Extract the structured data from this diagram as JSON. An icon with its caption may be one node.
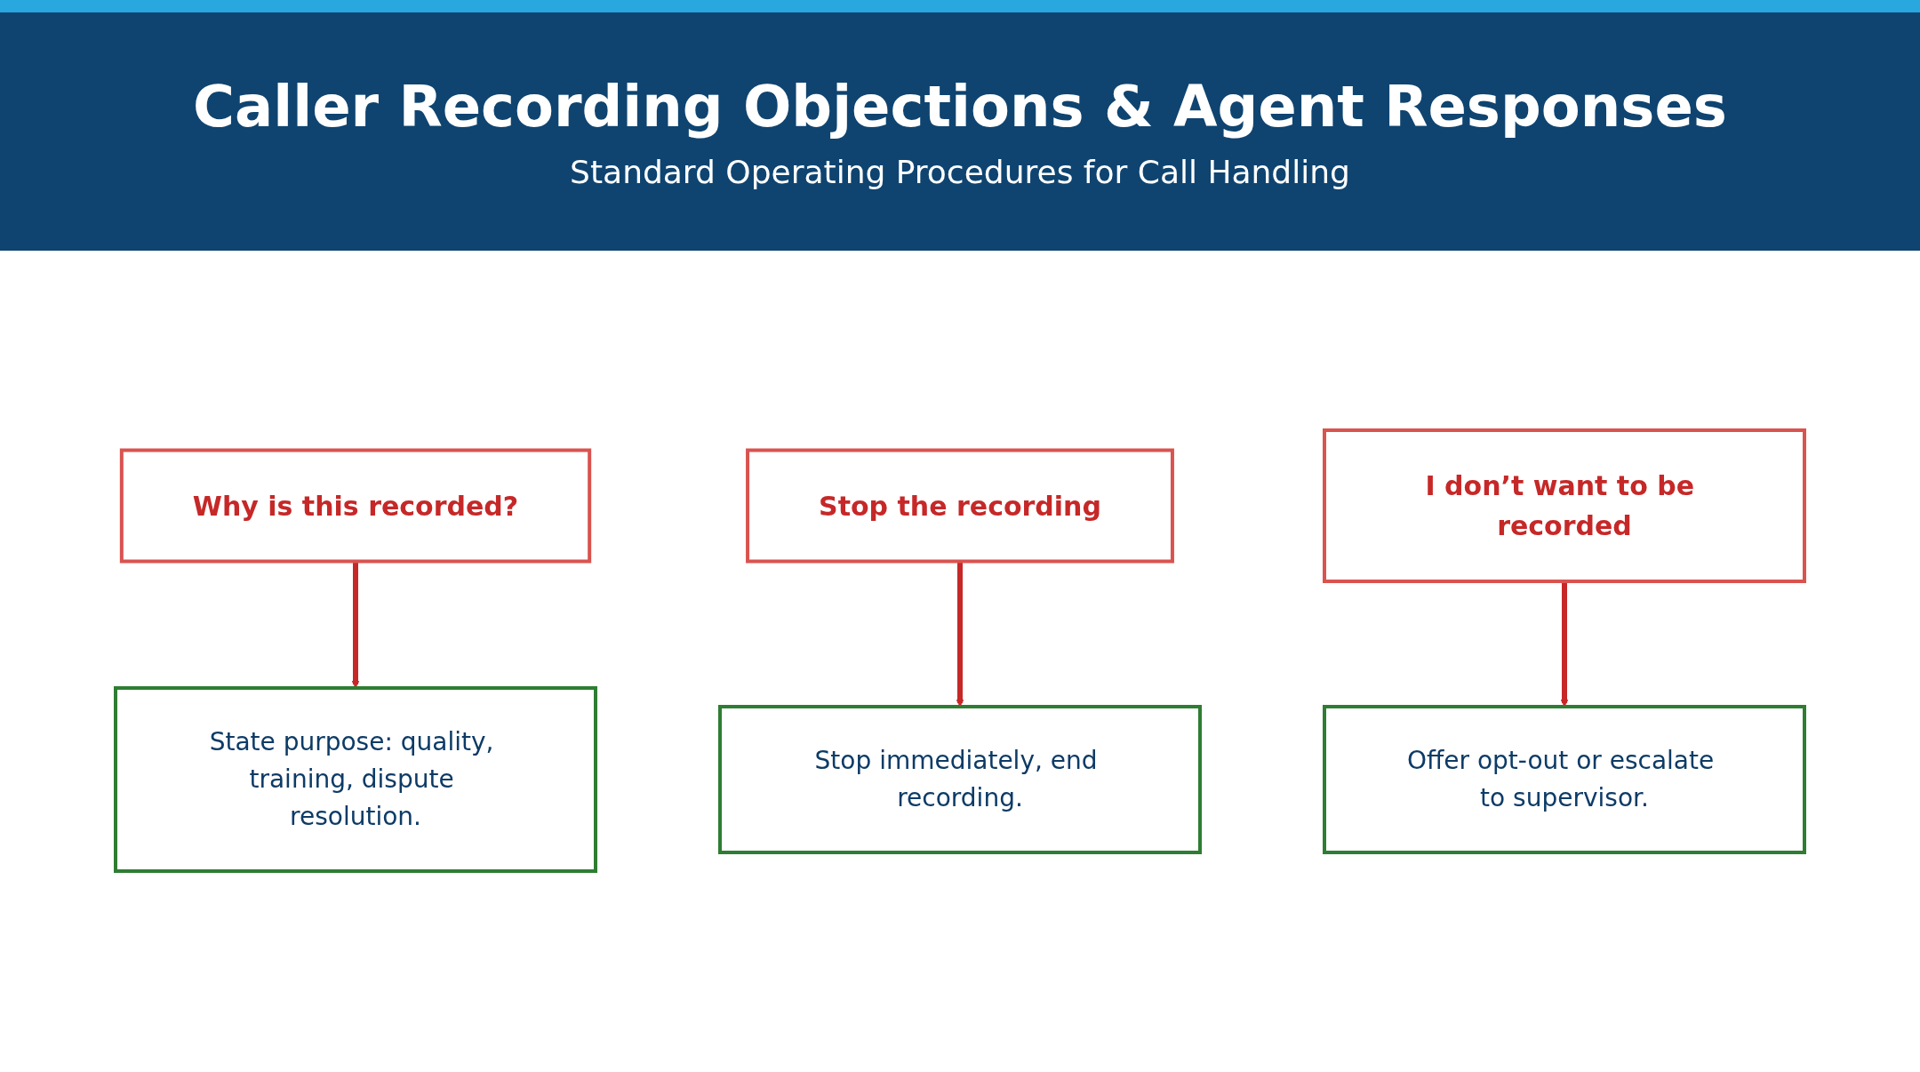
{
  "diagram": {
    "title": "Caller Recording Objections & Agent Responses",
    "nodes": [
      {
        "text": [
          "Why is this recorded?"
        ]
      },
      {
        "text": [
          "Stop the recording"
        ]
      },
      {
        "text": [
          "I don’t want to be recorded"
        ]
      },
      {
        "text": [
          "State purpose: quality, training, dispute resolution."
        ]
      },
      {
        "text": [
          "Stop immediately, end recording."
        ]
      },
      {
        "text": [
          "Offer opt-out or escalate to supervisor."
        ]
      }
    ],
    "edges": [
      {
        "from": 0,
        "to": 3,
        "arrow": "to"
      },
      {
        "from": 1,
        "to": 4,
        "arrow": "to"
      },
      {
        "from": 2,
        "to": 5,
        "arrow": "to"
      }
    ],
    "labels": [
      "Standard Operating Procedures for Call Handling"
    ]
  }
}
